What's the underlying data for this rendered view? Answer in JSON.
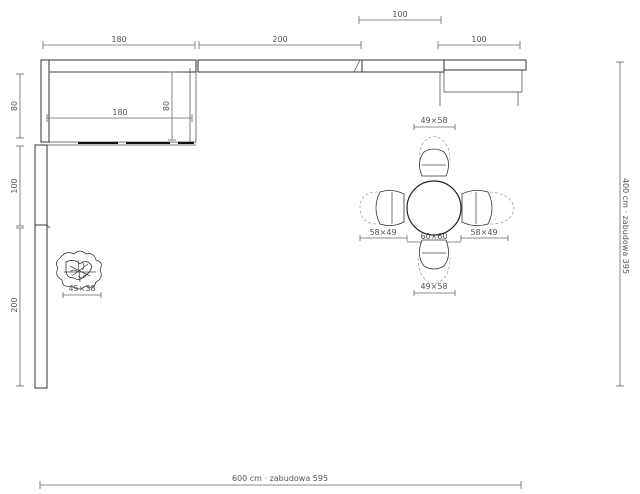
{
  "dimensions": {
    "top_cabinet_left": "180",
    "top_cabinet_mid": "200",
    "top_cabinet_right": "100",
    "top_cabinet_extra": "100",
    "upper_depth_left": "80",
    "upper_inner_width": "180",
    "upper_inner_depth": "80",
    "left_wall_mid": "100",
    "left_wall_low": "200",
    "chair_top": "49×58",
    "chair_left": "58×49",
    "chair_right": "58×49",
    "chair_bottom": "49×58",
    "table": "60×60",
    "plant": "45×38",
    "total_width": "600 cm · zabudowa 595",
    "total_height": "400 cm · zabudowa 395"
  }
}
